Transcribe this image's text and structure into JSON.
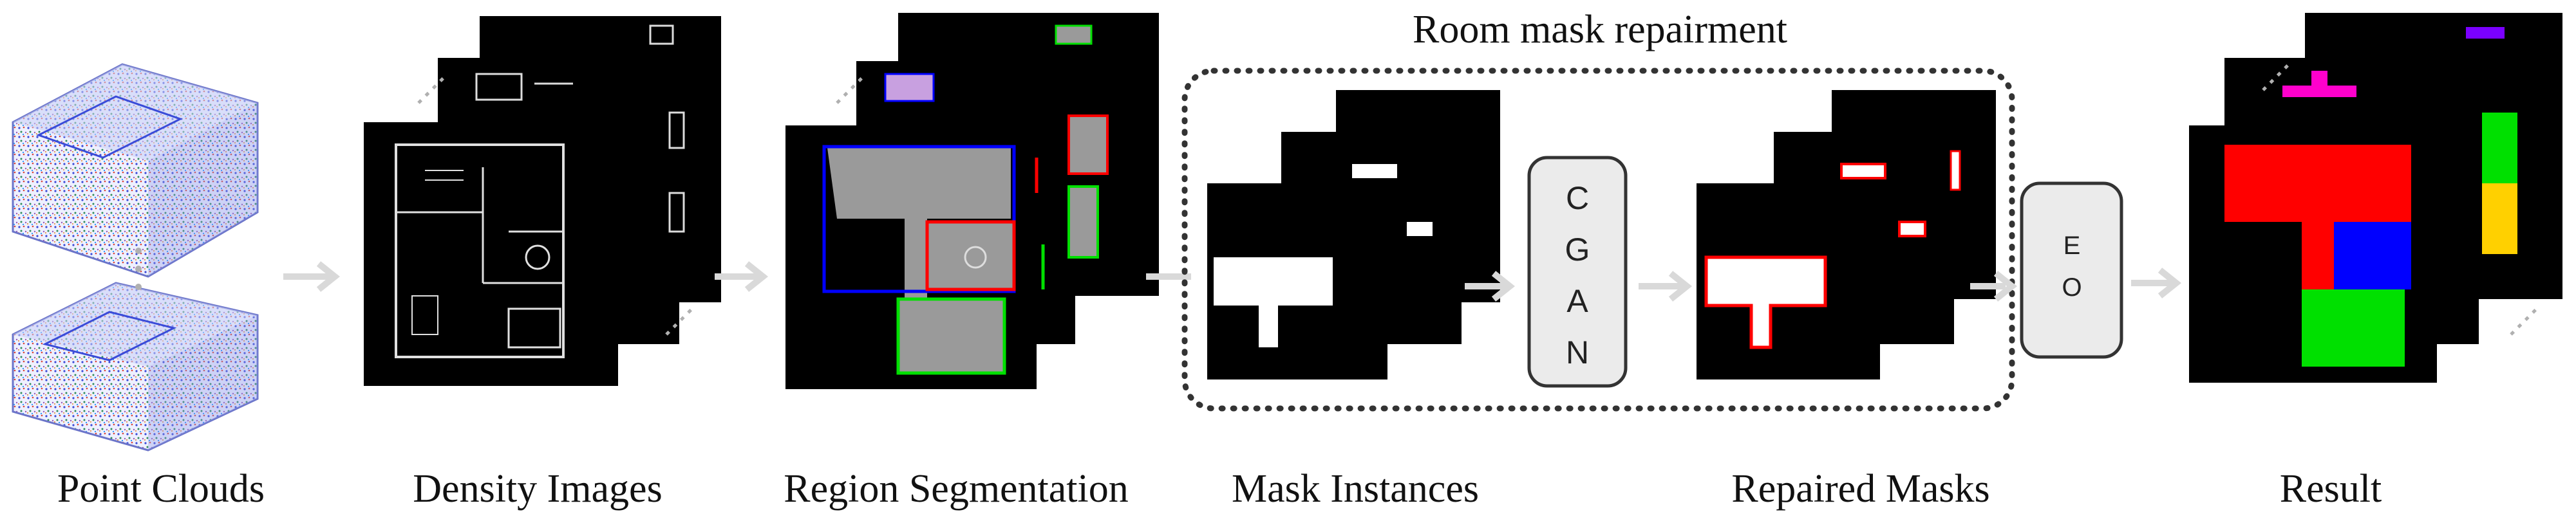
{
  "group": {
    "title": "Room mask repairment"
  },
  "stages": {
    "point_clouds": "Point Clouds",
    "density_images": "Density Images",
    "region_segmentation": "Region Segmentation",
    "mask_instances": "Mask Instances",
    "repaired_masks": "Repaired Masks",
    "result": "Result"
  },
  "cgan_box": {
    "letters": [
      "C",
      "G",
      "A",
      "N"
    ]
  },
  "eo_box": {
    "letters": [
      "E",
      "O"
    ]
  },
  "colors": {
    "arrow": "#d9d9d9",
    "image_bg": "#000000",
    "room_red": "#ff0000",
    "room_blue": "#0000ff",
    "room_green": "#00e000",
    "room_yellow": "#ffd000",
    "room_magenta": "#ff00cc",
    "room_purple": "#7a00ff",
    "box_fill": "#ebebeb",
    "box_stroke": "#333333",
    "seg_gray": "#9a9a9a",
    "dotted_frame": "#333333"
  }
}
